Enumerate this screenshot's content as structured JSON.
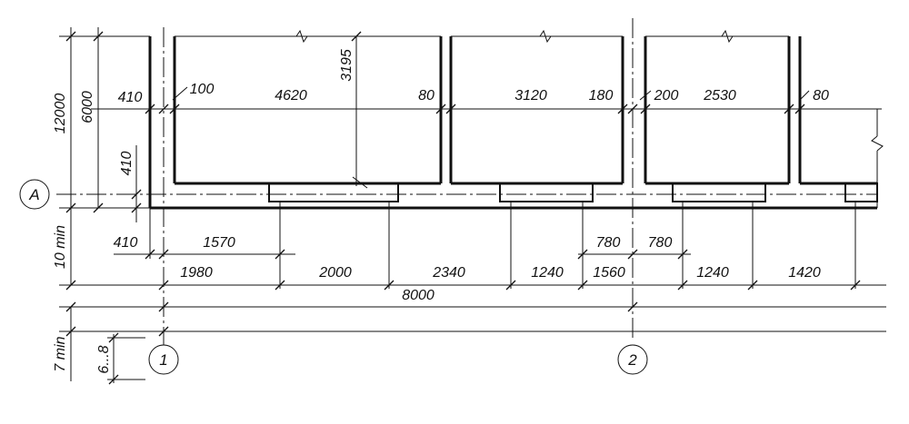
{
  "axes": {
    "row": "A",
    "col1": "1",
    "col2": "2"
  },
  "dims": {
    "d12000": "12000",
    "d6000": "6000",
    "d410_left": "410",
    "d410_vert": "410",
    "d10min": "10 min",
    "d7min": "7 min",
    "d6_8": "6...8",
    "d100": "100",
    "d4620": "4620",
    "d3195": "3195",
    "d80_a": "80",
    "d3120": "3120",
    "d180": "180",
    "d200": "200",
    "d2530": "2530",
    "d80_b": "80",
    "d410_low": "410",
    "d1570": "1570",
    "d780_a": "780",
    "d780_b": "780",
    "d1980": "1980",
    "d2000": "2000",
    "d2340": "2340",
    "d1240_a": "1240",
    "d1560": "1560",
    "d1240_b": "1240",
    "d1420": "1420",
    "d8000": "8000"
  }
}
